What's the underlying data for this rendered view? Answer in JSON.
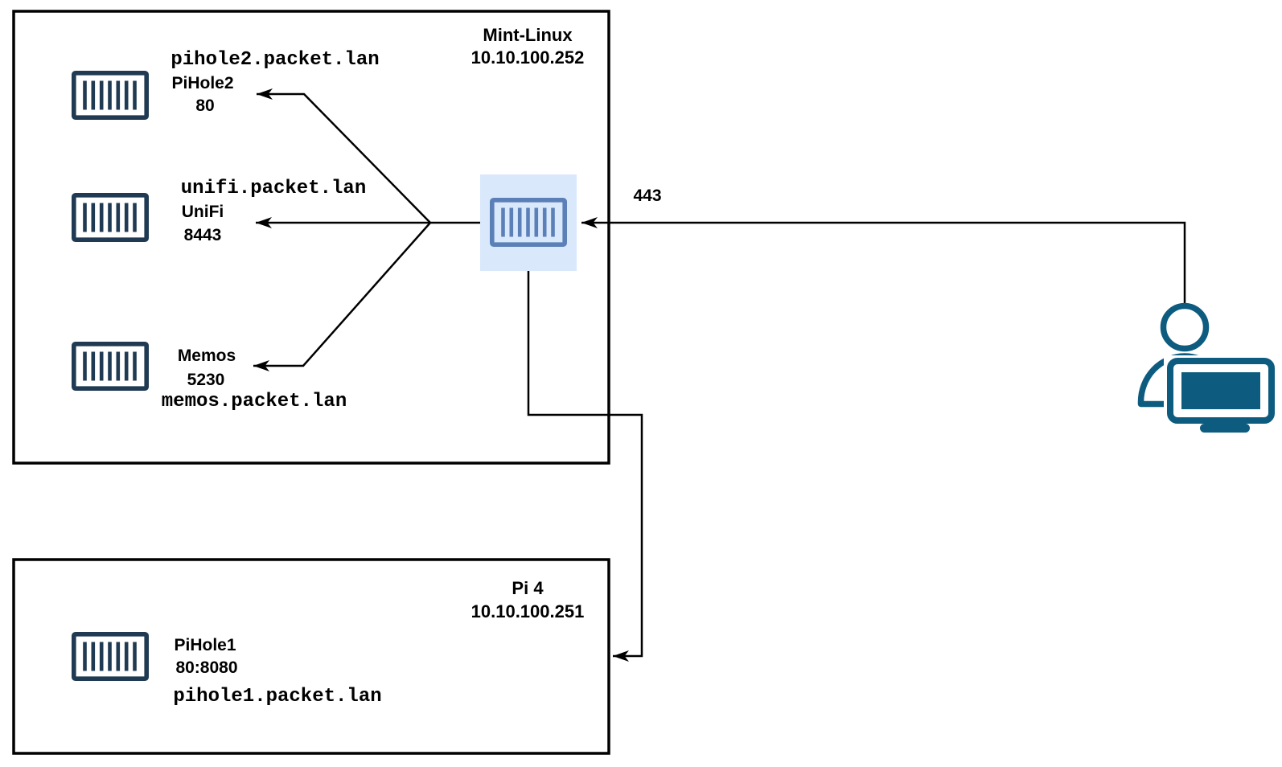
{
  "hosts": {
    "mint": {
      "title": "Mint-Linux",
      "ip": "10.10.100.252"
    },
    "pi4": {
      "title": "Pi 4",
      "ip": "10.10.100.251"
    }
  },
  "services": {
    "pihole2": {
      "domain": "pihole2.packet.lan",
      "name": "PiHole2",
      "port": "80"
    },
    "unifi": {
      "domain": "unifi.packet.lan",
      "name": "UniFi",
      "port": "8443"
    },
    "memos": {
      "name": "Memos",
      "port": "5230",
      "domain": "memos.packet.lan"
    },
    "pihole1": {
      "name": "PiHole1",
      "port": "80:8080",
      "domain": "pihole1.packet.lan"
    }
  },
  "connections": {
    "user_to_proxy_port": "443"
  },
  "icons": {
    "service": "container-icon",
    "reverse_proxy": "container-icon",
    "user": "user-workstation-icon",
    "arrow": "arrowhead-icon"
  },
  "colors": {
    "port_red": "#c9171c",
    "domain_green": "#00703c",
    "container_dark": "#1f3a52",
    "proxy_blue_stroke": "#5b80b8",
    "proxy_highlight_fill": "#dae8fc",
    "user_teal": "#0d5c7f",
    "line_black": "#000000"
  }
}
